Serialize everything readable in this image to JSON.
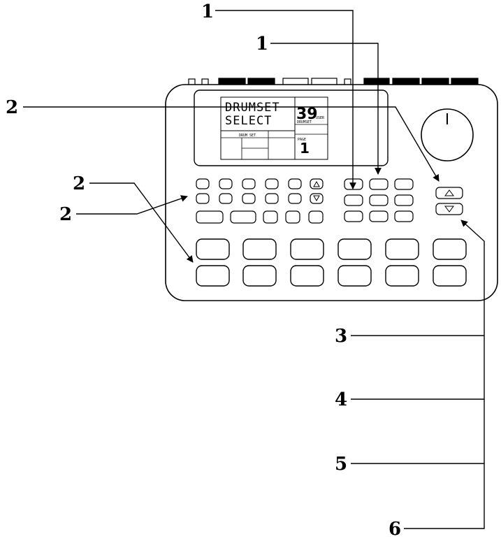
{
  "callouts": {
    "label_1a": "1",
    "label_1b": "1",
    "label_2_right": "2",
    "label_2_upper": "2",
    "label_2_lower": "2",
    "label_3": "3",
    "label_4": "4",
    "label_5": "5",
    "label_6": "6"
  },
  "display": {
    "line1": "DRUMSET",
    "line2": "SELECT",
    "number": "39",
    "user_label": "USER",
    "drumset_label": "DRUMSET",
    "drum_set_label": "DRUM SET",
    "page_label": "PAGE",
    "page_number": "1"
  },
  "icons": {
    "up_arrow": "triangle-up-icon",
    "down_arrow": "triangle-down-icon",
    "knob": "rotary-knob-icon"
  }
}
